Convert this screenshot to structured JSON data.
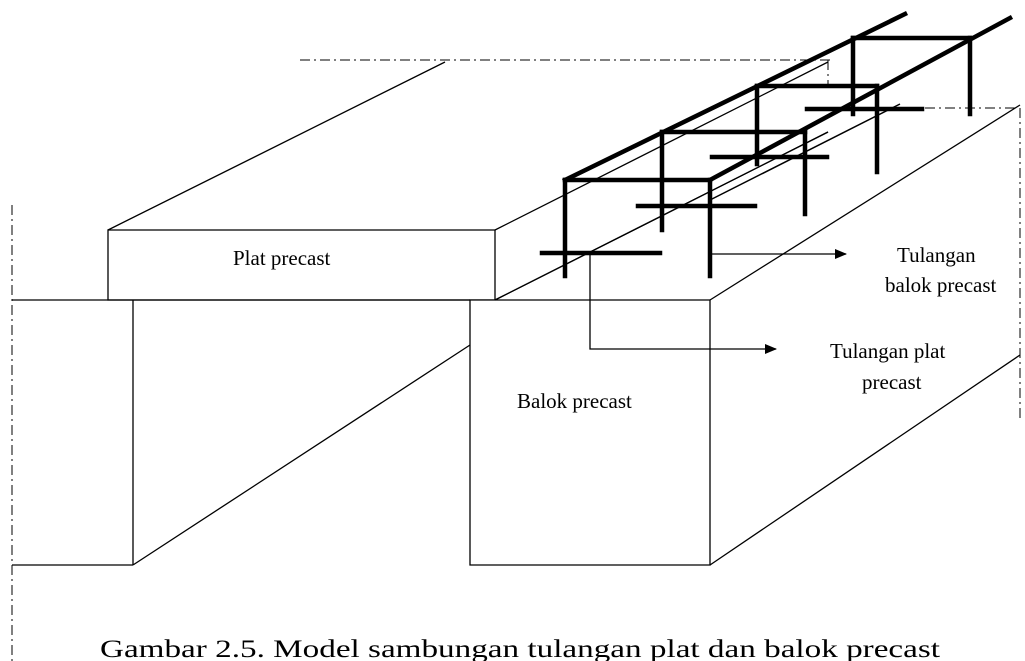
{
  "labels": {
    "plat": "Plat  precast",
    "balok": "Balok precast",
    "tulangan_balok_line1": "Tulangan",
    "tulangan_balok_line2": "balok precast",
    "tulangan_plat_line1": "Tulangan plat",
    "tulangan_plat_line2": "precast"
  },
  "caption": "Gambar 2.5. Model sambungan tulangan plat dan balok precast"
}
